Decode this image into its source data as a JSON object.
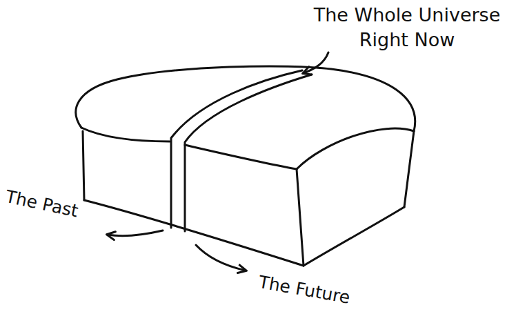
{
  "diagram": {
    "labels": [
      "The Whole Universe Right Now",
      "The Past",
      "The Future"
    ]
  }
}
